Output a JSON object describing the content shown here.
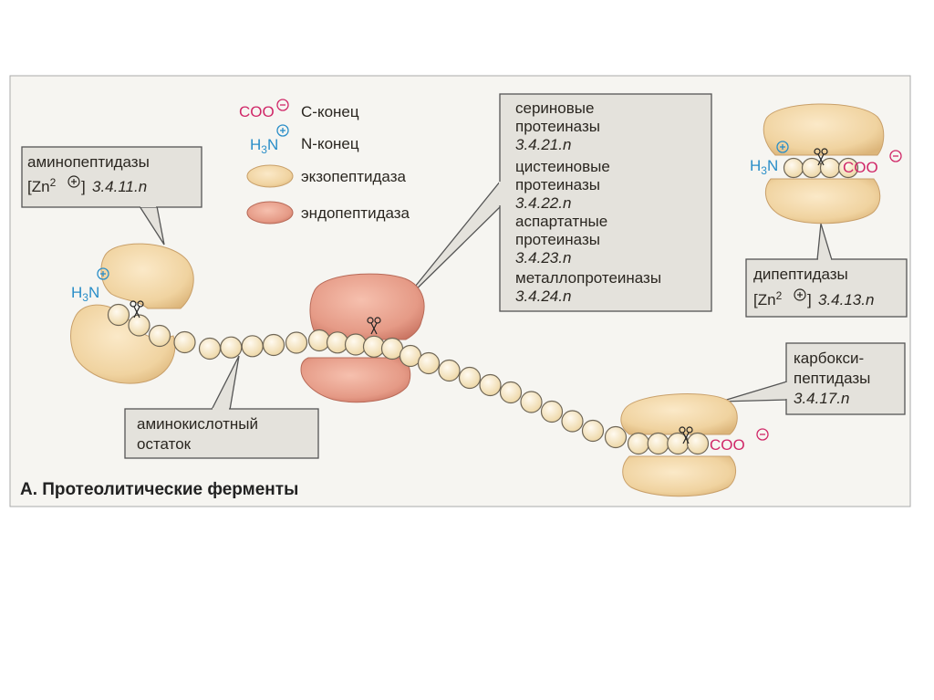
{
  "legend": {
    "c_end_symbol": "COO",
    "c_end_label": "C-конец",
    "n_end_symbol": "H3N",
    "n_end_label": "N-конец",
    "exo_label": "экзопептидаза",
    "endo_label": "эндопептидаза"
  },
  "aminopeptidases": {
    "line1": "аминопептидазы",
    "zn_prefix": "[Zn",
    "zn_suffix": "]",
    "ec": "3.4.11.n"
  },
  "proteinases": {
    "serine": [
      "сериновые",
      "протеиназы"
    ],
    "serine_ec": "3.4.21.n",
    "cysteine": [
      "цистеиновые",
      "протеиназы"
    ],
    "cysteine_ec": "3.4.22.n",
    "aspartic": [
      "аспартатные",
      "протеиназы"
    ],
    "aspartic_ec": "3.4.23.n",
    "metallo": "металлопротеиназы",
    "metallo_ec": "3.4.24.n"
  },
  "dipeptidases": {
    "line1": "дипептидазы",
    "zn_prefix": "[Zn",
    "zn_suffix": "]",
    "ec": "3.4.13.n"
  },
  "carboxypeptidases": {
    "line1": "карбокси-",
    "line2": "пептидазы",
    "ec": "3.4.17.n"
  },
  "amino_acid_residue": {
    "line1": "аминокислотный",
    "line2": "остаток"
  },
  "figure_title": "А. Протеолитические ферменты",
  "terminal_labels": {
    "h3n": "H3N",
    "coo": "COO"
  },
  "colors": {
    "exopeptidase": "#f2d8a8",
    "endopeptidase": "#e89a86",
    "bead": "#f7e8c4",
    "c_terminus": "#d02868",
    "n_terminus": "#2a8ec8",
    "panel": "#f6f5f1"
  }
}
